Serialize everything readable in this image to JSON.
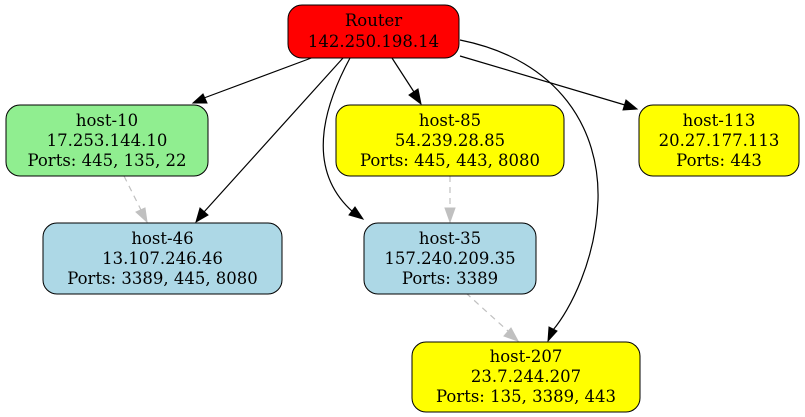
{
  "nodes": {
    "router": {
      "label": "Router",
      "ip": "142.250.198.14",
      "color": "#ff0000"
    },
    "host_10": {
      "label": "host-10",
      "ip": "17.253.144.10",
      "ports": "Ports: 445, 135, 22",
      "color": "#90ee90"
    },
    "host_85": {
      "label": "host-85",
      "ip": "54.239.28.85",
      "ports": "Ports: 445, 443, 8080",
      "color": "#ffff00"
    },
    "host_113": {
      "label": "host-113",
      "ip": "20.27.177.113",
      "ports": "Ports: 443",
      "color": "#ffff00"
    },
    "host_46": {
      "label": "host-46",
      "ip": "13.107.246.46",
      "ports": "Ports: 3389, 445, 8080",
      "color": "#add8e6"
    },
    "host_35": {
      "label": "host-35",
      "ip": "157.240.209.35",
      "ports": "Ports: 3389",
      "color": "#add8e6"
    },
    "host_207": {
      "label": "host-207",
      "ip": "23.7.244.207",
      "ports": "Ports: 135, 3389, 443",
      "color": "#ffff00"
    }
  },
  "edges": [
    {
      "from": "router",
      "to": "host_10",
      "style": "solid"
    },
    {
      "from": "router",
      "to": "host_46",
      "style": "solid"
    },
    {
      "from": "router",
      "to": "host_35",
      "style": "solid"
    },
    {
      "from": "router",
      "to": "host_85",
      "style": "solid"
    },
    {
      "from": "router",
      "to": "host_207",
      "style": "solid"
    },
    {
      "from": "router",
      "to": "host_113",
      "style": "solid"
    },
    {
      "from": "host_10",
      "to": "host_46",
      "style": "dashed"
    },
    {
      "from": "host_85",
      "to": "host_35",
      "style": "dashed"
    },
    {
      "from": "host_35",
      "to": "host_207",
      "style": "dashed"
    }
  ],
  "edge_colors": {
    "solid": "#000000",
    "dashed": "#c0c0c0"
  }
}
